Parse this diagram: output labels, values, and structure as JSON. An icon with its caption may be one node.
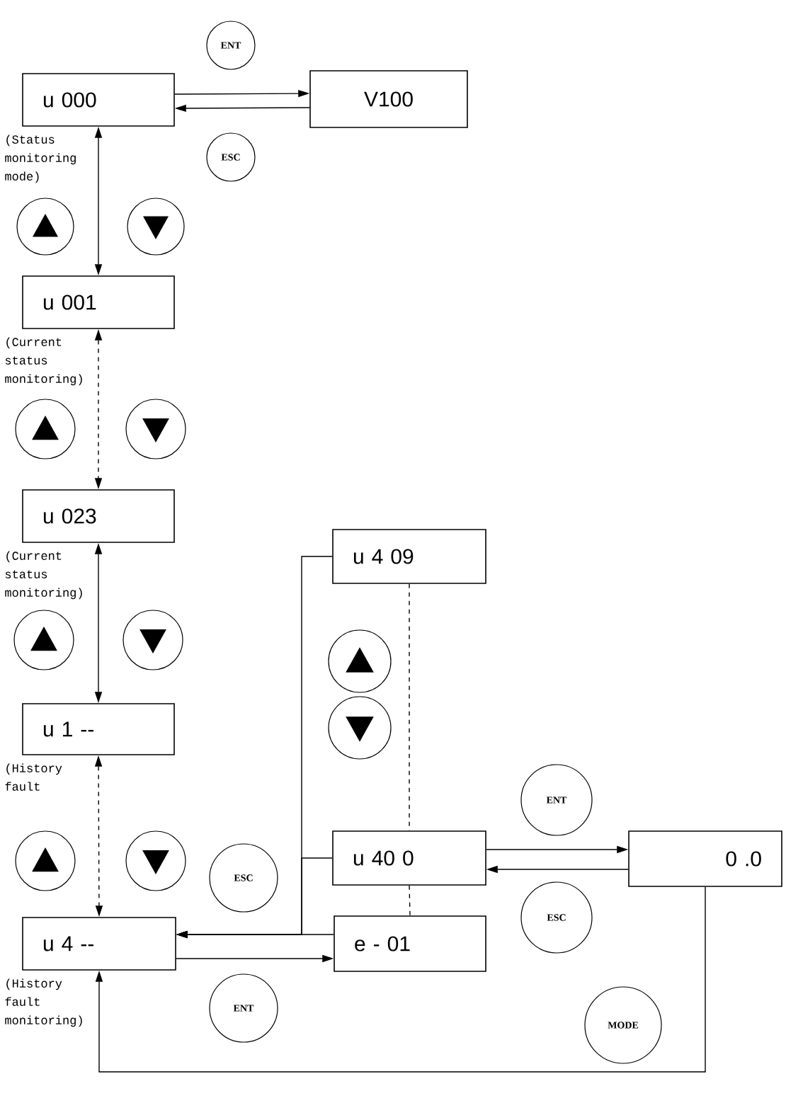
{
  "diagram": {
    "nodes": [
      {
        "text": [
          "ENT"
        ]
      },
      {
        "text": [
          "u 000"
        ],
        "beside": [
          "(Status monitoring mode)"
        ]
      },
      {
        "text": [
          "V100"
        ]
      },
      {
        "text": [
          "ESC"
        ]
      },
      {
        "text": [],
        "shape": "circle"
      },
      {
        "text": [],
        "shape": "circle"
      },
      {
        "text": [
          "u 001"
        ],
        "beside": [
          "(Current status monitoring)"
        ]
      },
      {
        "text": [],
        "shape": "circle"
      },
      {
        "text": [],
        "shape": "circle"
      },
      {
        "text": [
          "u 023"
        ],
        "beside": [
          "(Current status monitoring)"
        ]
      },
      {
        "text": [
          "u 4 09"
        ]
      },
      {
        "text": [],
        "shape": "circle"
      },
      {
        "text": [],
        "shape": "circle"
      },
      {
        "text": [],
        "shape": "circle"
      },
      {
        "text": [
          "u 1 --"
        ],
        "beside": [
          "(History fault"
        ]
      },
      {
        "text": [],
        "shape": "circle"
      },
      {
        "text": [
          "ENT"
        ]
      },
      {
        "text": [],
        "shape": "circle"
      },
      {
        "text": [],
        "shape": "circle"
      },
      {
        "text": [
          "u 40 0"
        ]
      },
      {
        "text": [
          "0 .0"
        ]
      },
      {
        "text": [
          "ESC"
        ]
      },
      {
        "text": [
          "ESC"
        ]
      },
      {
        "text": [
          "u 4 --"
        ],
        "beside": [
          "(History fault monitoring)"
        ]
      },
      {
        "text": [
          "e - 01"
        ]
      },
      {
        "text": [
          "ENT"
        ]
      },
      {
        "text": [
          "MODE"
        ]
      }
    ],
    "edges": [
      {
        "from": 1,
        "to": 2,
        "arrow": "to"
      },
      {
        "from": 2,
        "to": 1,
        "arrow": "to"
      },
      {
        "from": 1,
        "to": 6,
        "arrow": "both"
      },
      {
        "from": 6,
        "to": 9,
        "arrow": "both",
        "style": "dashed"
      },
      {
        "from": 9,
        "to": 14,
        "arrow": "both"
      },
      {
        "from": 14,
        "to": 23,
        "arrow": "both",
        "style": "dashed"
      },
      {
        "from": 10,
        "to": 23,
        "arrow": "to"
      },
      {
        "from": 19,
        "to": 23,
        "arrow": "to"
      },
      {
        "from": 24,
        "to": 23,
        "arrow": "to"
      },
      {
        "from": 23,
        "to": 24,
        "arrow": "to"
      },
      {
        "from": 10,
        "to": 19,
        "arrow": "none",
        "style": "dashed"
      },
      {
        "from": 19,
        "to": 24,
        "arrow": "none",
        "style": "dashed"
      },
      {
        "from": 19,
        "to": 20,
        "arrow": "to"
      },
      {
        "from": 20,
        "to": 19,
        "arrow": "to"
      },
      {
        "from": 20,
        "to": 23,
        "arrow": "to"
      }
    ]
  }
}
